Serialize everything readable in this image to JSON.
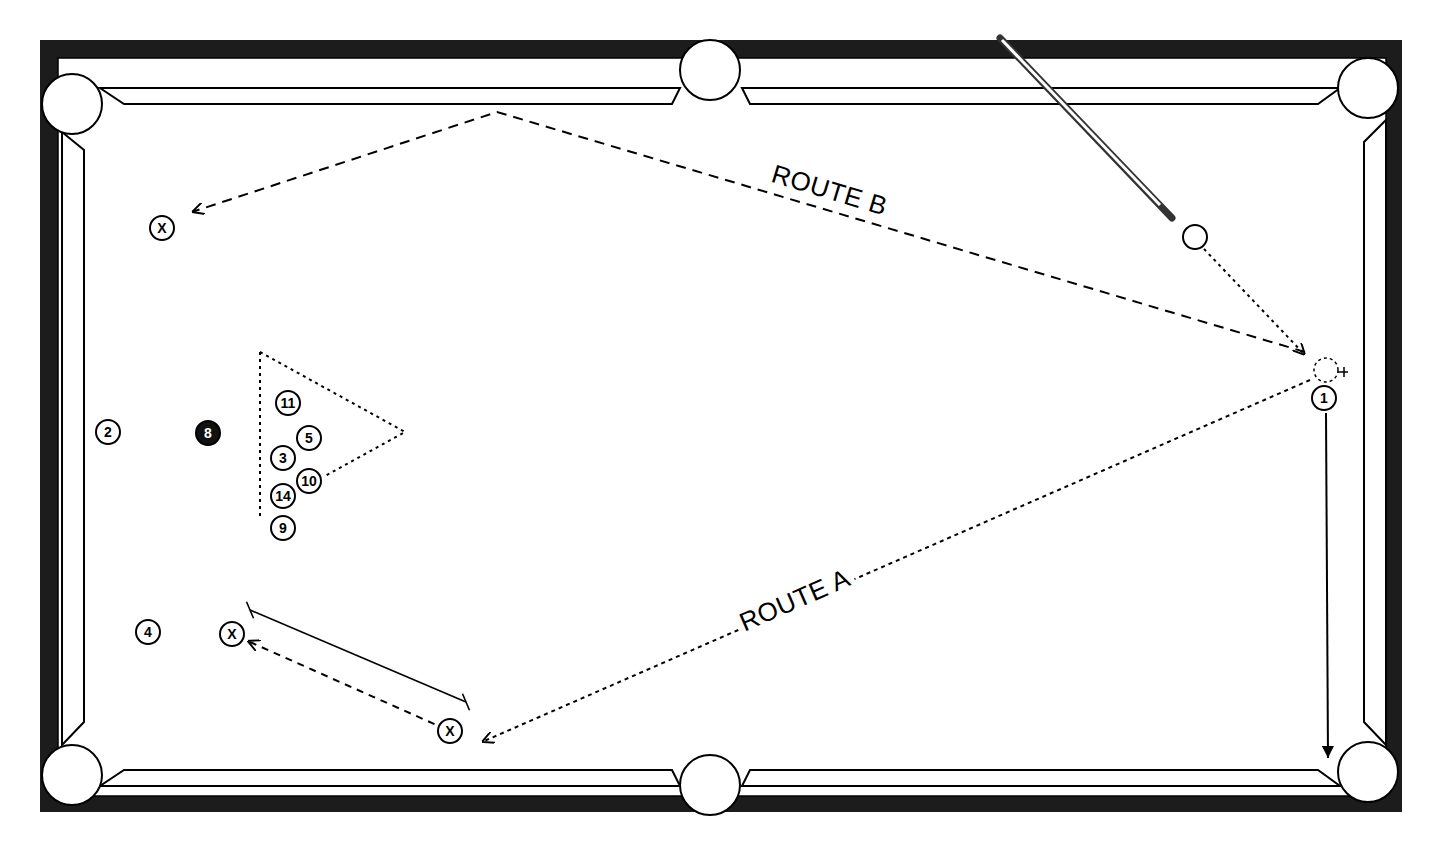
{
  "diagram": {
    "nodes": [
      {
        "text": [
          "X"
        ]
      },
      {
        "text": [
          "11"
        ]
      },
      {
        "text": [
          "2"
        ]
      },
      {
        "text": [
          "8"
        ]
      },
      {
        "text": [
          "5"
        ]
      },
      {
        "text": [
          "3"
        ]
      },
      {
        "text": [
          "10"
        ]
      },
      {
        "text": [
          "14"
        ]
      },
      {
        "text": [
          "9"
        ]
      },
      {
        "text": [
          "4"
        ]
      },
      {
        "text": [
          "X"
        ]
      },
      {
        "text": [
          "X"
        ]
      },
      {
        "text": [
          "1"
        ]
      }
    ],
    "edges": [
      {
        "from": 11,
        "to": 10,
        "arrow": "to"
      }
    ],
    "labels": [
      "ROUTE B",
      "ROUTE A"
    ]
  }
}
